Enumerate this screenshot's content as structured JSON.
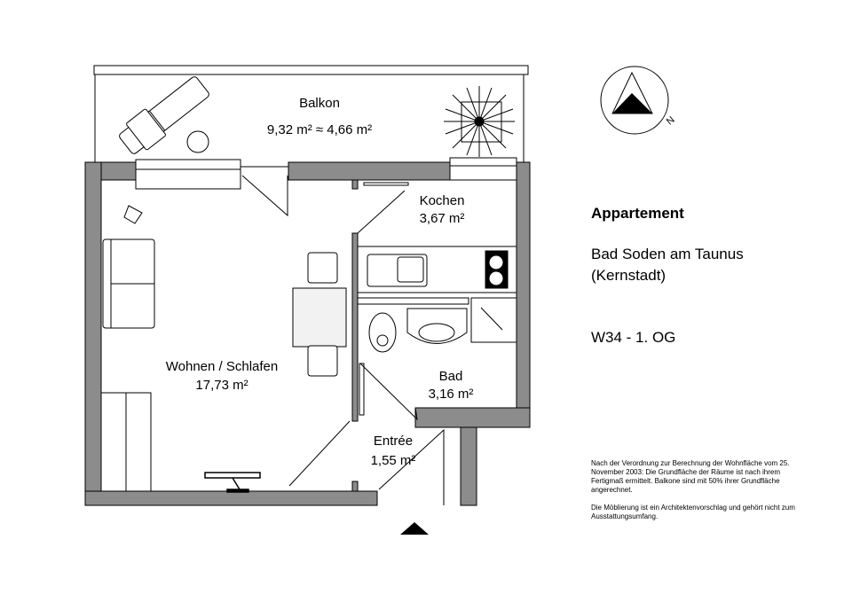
{
  "plan": {
    "rooms": [
      {
        "name": "Balkon",
        "area": "9,32 m² ≈ 4,66 m²"
      },
      {
        "name": "Kochen",
        "area": "3,67 m²"
      },
      {
        "name": "Wohnen / Schlafen",
        "area": "17,73 m²"
      },
      {
        "name": "Bad",
        "area": "3,16 m²"
      },
      {
        "name": "Entrée",
        "area": "1,55 m²"
      }
    ],
    "compass_label": "N"
  },
  "info": {
    "title": "Appartement",
    "location_line1": "Bad Soden am Taunus",
    "location_line2": "(Kernstadt)",
    "unit": "W34 - 1. OG",
    "note1": "Nach der Verordnung zur Berechnung der Wohnfläche vom 25. November 2003: Die Grundfläche der Räume ist nach ihrem Fertigmaß ermittelt. Balkone sind mit 50% ihrer Grundfläche angerechnet.",
    "note2": "Die Möblierung ist ein Architektenvorschlag und gehört nicht zum Ausstattungsumfang."
  },
  "colors": {
    "wall": "#8c8c8c",
    "line": "#000000"
  }
}
